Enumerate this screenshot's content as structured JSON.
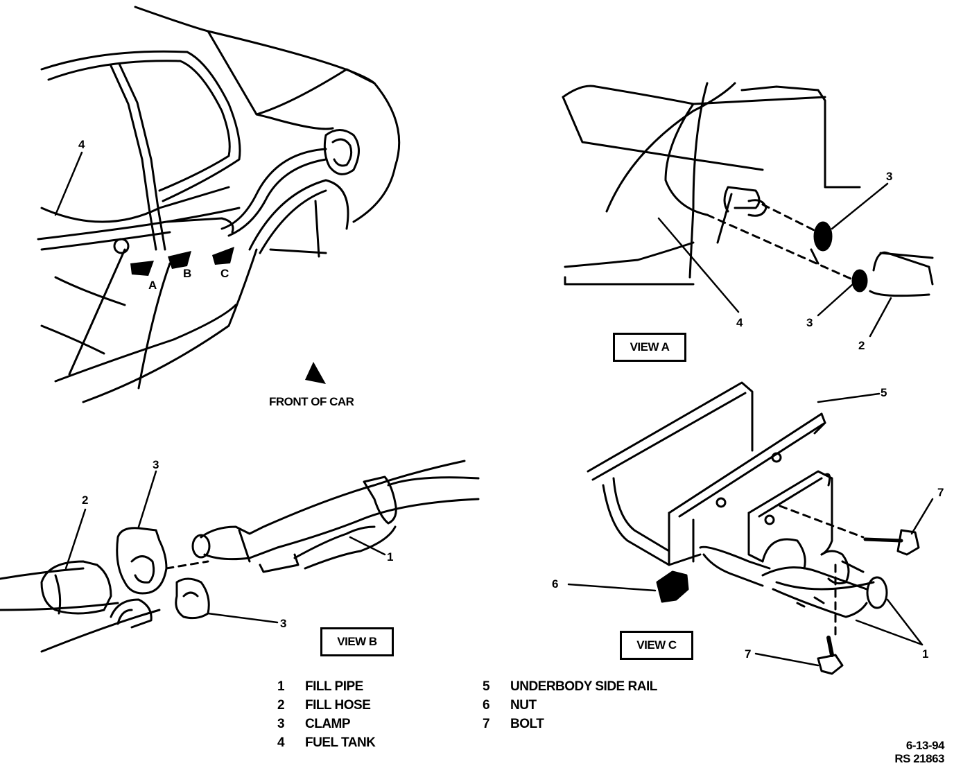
{
  "views": {
    "a": "VIEW A",
    "b": "VIEW B",
    "c": "VIEW C"
  },
  "arrows": {
    "a": "A",
    "b": "B",
    "c": "C",
    "front": "FRONT OF CAR"
  },
  "callouts": {
    "main_4": "4",
    "va_3_top": "3",
    "va_3_bottom": "3",
    "va_4": "4",
    "va_2": "2",
    "vb_3_top": "3",
    "vb_2": "2",
    "vb_1": "1",
    "vb_3_bottom": "3",
    "vc_5": "5",
    "vc_7_top": "7",
    "vc_6": "6",
    "vc_7_bottom": "7",
    "vc_1": "1"
  },
  "legend": [
    {
      "num": "1",
      "text": "FILL PIPE"
    },
    {
      "num": "2",
      "text": "FILL HOSE"
    },
    {
      "num": "3",
      "text": "CLAMP"
    },
    {
      "num": "4",
      "text": "FUEL TANK"
    },
    {
      "num": "5",
      "text": "UNDERBODY SIDE RAIL"
    },
    {
      "num": "6",
      "text": "NUT"
    },
    {
      "num": "7",
      "text": "BOLT"
    }
  ],
  "stamp": {
    "date": "6-13-94",
    "ref": "RS 21863"
  }
}
